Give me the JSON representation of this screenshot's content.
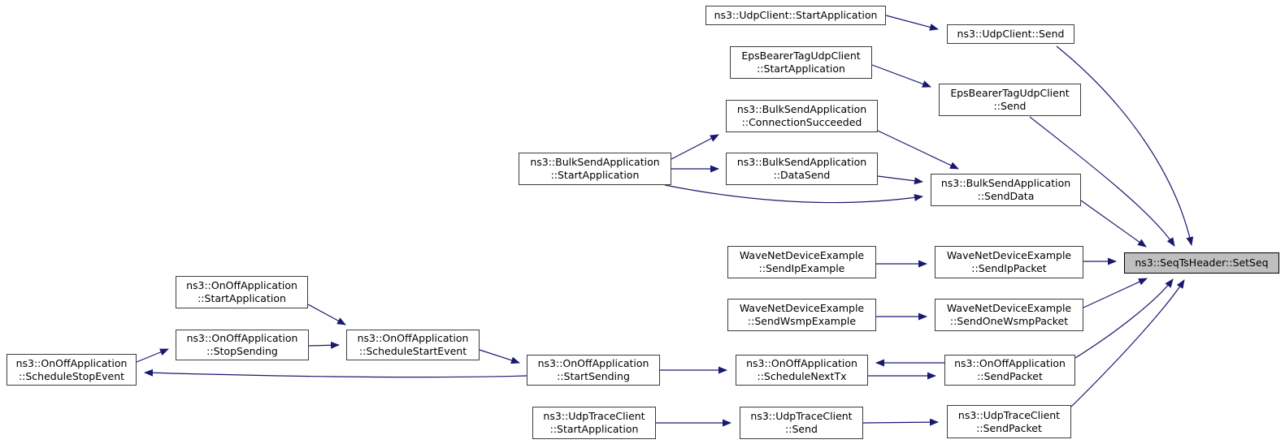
{
  "colors": {
    "edge": "#191970",
    "node_fill": "#ffffff",
    "node_border": "#3c3c3c",
    "highlight_fill": "#bfbfbf",
    "highlight_border": "#000000",
    "text": "#000000",
    "background": "#ffffff"
  },
  "graph": {
    "type": "call-graph",
    "highlighted_node": "ns3::SeqTsHeader::SetSeq",
    "nodes": [
      {
        "id": "udpclient-startapplication",
        "label": "ns3::UdpClient::StartApplication"
      },
      {
        "id": "udpclient-send",
        "label": "ns3::UdpClient::Send"
      },
      {
        "id": "epsbearertagudpclient-startapplication",
        "label": "EpsBearerTagUdpClient\n::StartApplication"
      },
      {
        "id": "epsbearertagudpclient-send",
        "label": "EpsBearerTagUdpClient\n::Send"
      },
      {
        "id": "bulksendapplication-connectionsucceeded",
        "label": "ns3::BulkSendApplication\n::ConnectionSucceeded"
      },
      {
        "id": "bulksendapplication-startapplication",
        "label": "ns3::BulkSendApplication\n::StartApplication"
      },
      {
        "id": "bulksendapplication-datasend",
        "label": "ns3::BulkSendApplication\n::DataSend"
      },
      {
        "id": "bulksendapplication-senddata",
        "label": "ns3::BulkSendApplication\n::SendData"
      },
      {
        "id": "wavenetdeviceexample-sendipexample",
        "label": "WaveNetDeviceExample\n::SendIpExample"
      },
      {
        "id": "wavenetdeviceexample-sendippacket",
        "label": "WaveNetDeviceExample\n::SendIpPacket"
      },
      {
        "id": "wavenetdeviceexample-sendwsmpexample",
        "label": "WaveNetDeviceExample\n::SendWsmpExample"
      },
      {
        "id": "wavenetdeviceexample-sendonewsmppacket",
        "label": "WaveNetDeviceExample\n::SendOneWsmpPacket"
      },
      {
        "id": "onoffapplication-startapplication",
        "label": "ns3::OnOffApplication\n::StartApplication"
      },
      {
        "id": "onoffapplication-stopsending",
        "label": "ns3::OnOffApplication\n::StopSending"
      },
      {
        "id": "onoffapplication-schedulestopevent",
        "label": "ns3::OnOffApplication\n::ScheduleStopEvent"
      },
      {
        "id": "onoffapplication-schedulestartevent",
        "label": "ns3::OnOffApplication\n::ScheduleStartEvent"
      },
      {
        "id": "onoffapplication-startsending",
        "label": "ns3::OnOffApplication\n::StartSending"
      },
      {
        "id": "onoffapplication-schedulenexttx",
        "label": "ns3::OnOffApplication\n::ScheduleNextTx"
      },
      {
        "id": "onoffapplication-sendpacket",
        "label": "ns3::OnOffApplication\n::SendPacket"
      },
      {
        "id": "udptraceclient-startapplication",
        "label": "ns3::UdpTraceClient\n::StartApplication"
      },
      {
        "id": "udptraceclient-send",
        "label": "ns3::UdpTraceClient\n::Send"
      },
      {
        "id": "udptraceclient-sendpacket",
        "label": "ns3::UdpTraceClient\n::SendPacket"
      },
      {
        "id": "seqtsheader-setseq",
        "label": "ns3::SeqTsHeader::SetSeq"
      }
    ],
    "edges": [
      {
        "from": "udpclient-startapplication",
        "to": "udpclient-send"
      },
      {
        "from": "udpclient-send",
        "to": "seqtsheader-setseq"
      },
      {
        "from": "epsbearertagudpclient-startapplication",
        "to": "epsbearertagudpclient-send"
      },
      {
        "from": "epsbearertagudpclient-send",
        "to": "seqtsheader-setseq"
      },
      {
        "from": "bulksendapplication-startapplication",
        "to": "bulksendapplication-connectionsucceeded"
      },
      {
        "from": "bulksendapplication-startapplication",
        "to": "bulksendapplication-datasend"
      },
      {
        "from": "bulksendapplication-startapplication",
        "to": "bulksendapplication-senddata"
      },
      {
        "from": "bulksendapplication-connectionsucceeded",
        "to": "bulksendapplication-senddata"
      },
      {
        "from": "bulksendapplication-datasend",
        "to": "bulksendapplication-senddata"
      },
      {
        "from": "bulksendapplication-senddata",
        "to": "seqtsheader-setseq"
      },
      {
        "from": "wavenetdeviceexample-sendipexample",
        "to": "wavenetdeviceexample-sendippacket"
      },
      {
        "from": "wavenetdeviceexample-sendippacket",
        "to": "seqtsheader-setseq"
      },
      {
        "from": "wavenetdeviceexample-sendwsmpexample",
        "to": "wavenetdeviceexample-sendonewsmppacket"
      },
      {
        "from": "wavenetdeviceexample-sendonewsmppacket",
        "to": "seqtsheader-setseq"
      },
      {
        "from": "onoffapplication-startapplication",
        "to": "onoffapplication-schedulestartevent"
      },
      {
        "from": "onoffapplication-stopsending",
        "to": "onoffapplication-schedulestartevent"
      },
      {
        "from": "onoffapplication-schedulestopevent",
        "to": "onoffapplication-stopsending"
      },
      {
        "from": "onoffapplication-startsending",
        "to": "onoffapplication-schedulestopevent"
      },
      {
        "from": "onoffapplication-schedulestartevent",
        "to": "onoffapplication-startsending"
      },
      {
        "from": "onoffapplication-startsending",
        "to": "onoffapplication-schedulenexttx"
      },
      {
        "from": "onoffapplication-sendpacket",
        "to": "onoffapplication-schedulenexttx"
      },
      {
        "from": "onoffapplication-schedulenexttx",
        "to": "onoffapplication-sendpacket"
      },
      {
        "from": "onoffapplication-sendpacket",
        "to": "seqtsheader-setseq"
      },
      {
        "from": "udptraceclient-startapplication",
        "to": "udptraceclient-send"
      },
      {
        "from": "udptraceclient-send",
        "to": "udptraceclient-sendpacket"
      },
      {
        "from": "udptraceclient-sendpacket",
        "to": "seqtsheader-setseq"
      }
    ]
  }
}
